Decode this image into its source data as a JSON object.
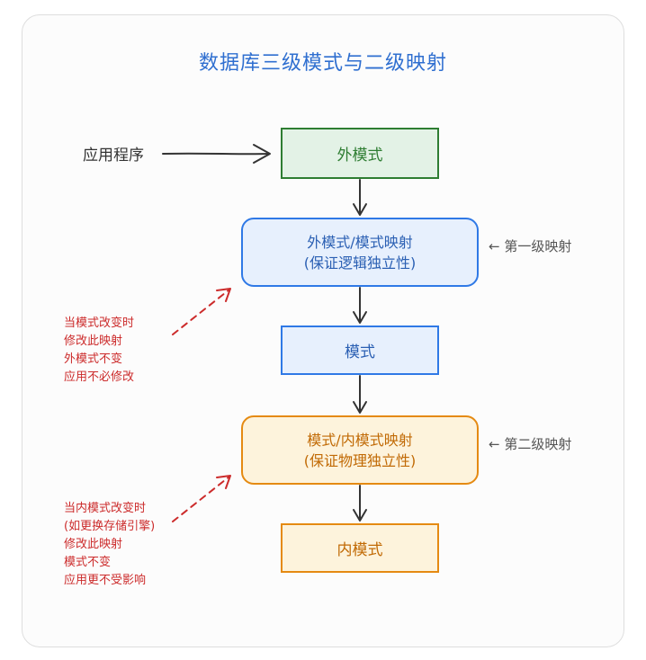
{
  "title": "数据库三级模式与二级映射",
  "app_label": "应用程序",
  "external_schema": "外模式",
  "mapping1": {
    "line1": "外模式/模式映射",
    "line2": "(保证逻辑独立性)"
  },
  "conceptual_schema": "模式",
  "mapping2": {
    "line1": "模式/内模式映射",
    "line2": "(保证物理独立性)"
  },
  "internal_schema": "内模式",
  "level1_label": "← 第一级映射",
  "level2_label": "← 第二级映射",
  "note1": [
    "当模式改变时",
    "修改此映射",
    "外模式不变",
    "应用不必修改"
  ],
  "note2": [
    "当内模式改变时",
    "(如更换存储引擎)",
    "修改此映射",
    "模式不变",
    "应用更不受影响"
  ],
  "colors": {
    "title": "#2f6fd0",
    "external": "#2e7d32",
    "conceptual": "#2f79e6",
    "internal": "#e58a12",
    "note": "#cc2b2b"
  }
}
